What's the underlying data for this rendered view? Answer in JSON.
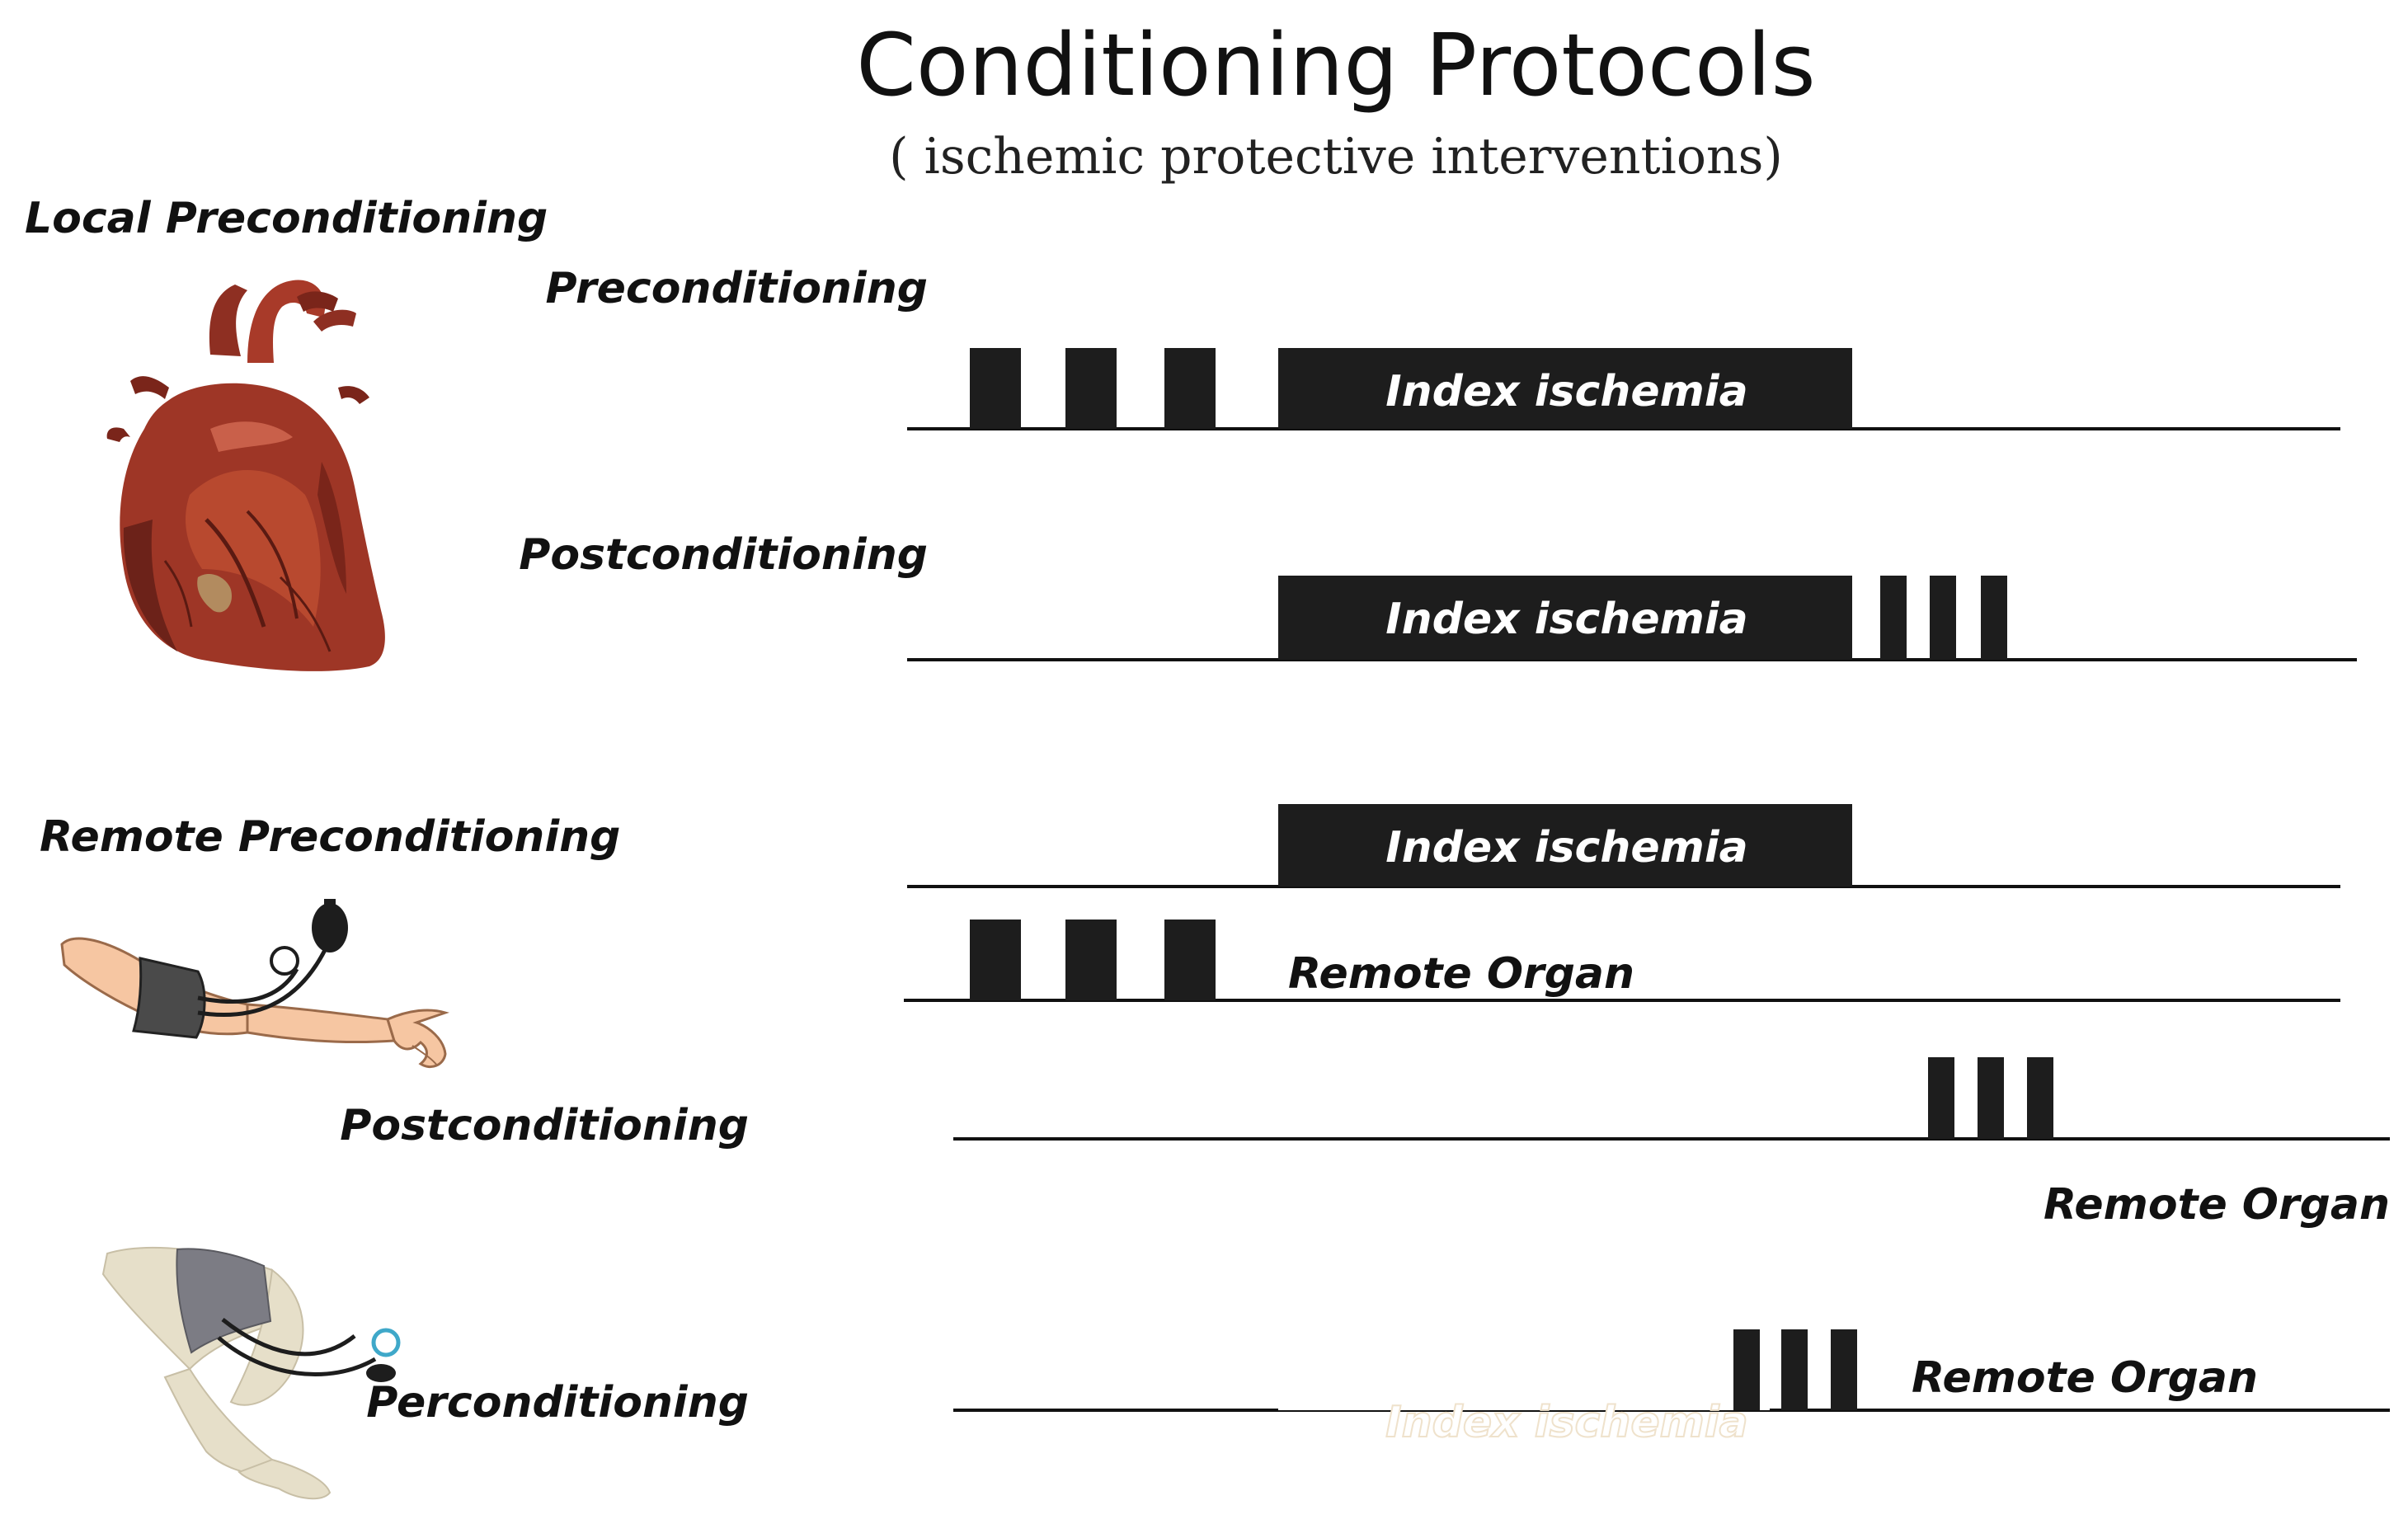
{
  "title": "Conditioning Protocols",
  "subtitle": "( ischemic protective interventions)",
  "colors": {
    "ink": "#1d1d1d",
    "heart_dark": "#5a1a12",
    "heart_mid": "#9e3626",
    "heart_light": "#c9604a",
    "skin": "#f6c6a2",
    "skin_outline": "#9a6a4a",
    "cuff": "#4a4a4a",
    "leg": "#e6dfc9",
    "leg_cuff": "#7c7c84",
    "gauge_ring": "#3fa8c9"
  },
  "sections": {
    "local_label": "Local Preconditioning",
    "remote_label": "Remote Preconditioning"
  },
  "rows": {
    "preconditioning_label": "Preconditioning",
    "postconditioning_label": "Postconditioning",
    "remote_postconditioning_label": "Postconditioning",
    "perconditioning_label": "Perconditioning"
  },
  "bars": {
    "index_ischemia_1": "Index ischemia",
    "index_ischemia_2": "Index ischemia",
    "index_ischemia_3": "Index ischemia",
    "index_ischemia_ghost": "Index ischemia"
  },
  "remote_organ": {
    "label_1": "Remote Organ",
    "label_2": "Remote Organ",
    "label_3": "Remote Organ"
  },
  "icons": {
    "heart": "heart-illustration",
    "arm": "arm-with-cuff-illustration",
    "leg": "leg-with-cuff-illustration"
  }
}
